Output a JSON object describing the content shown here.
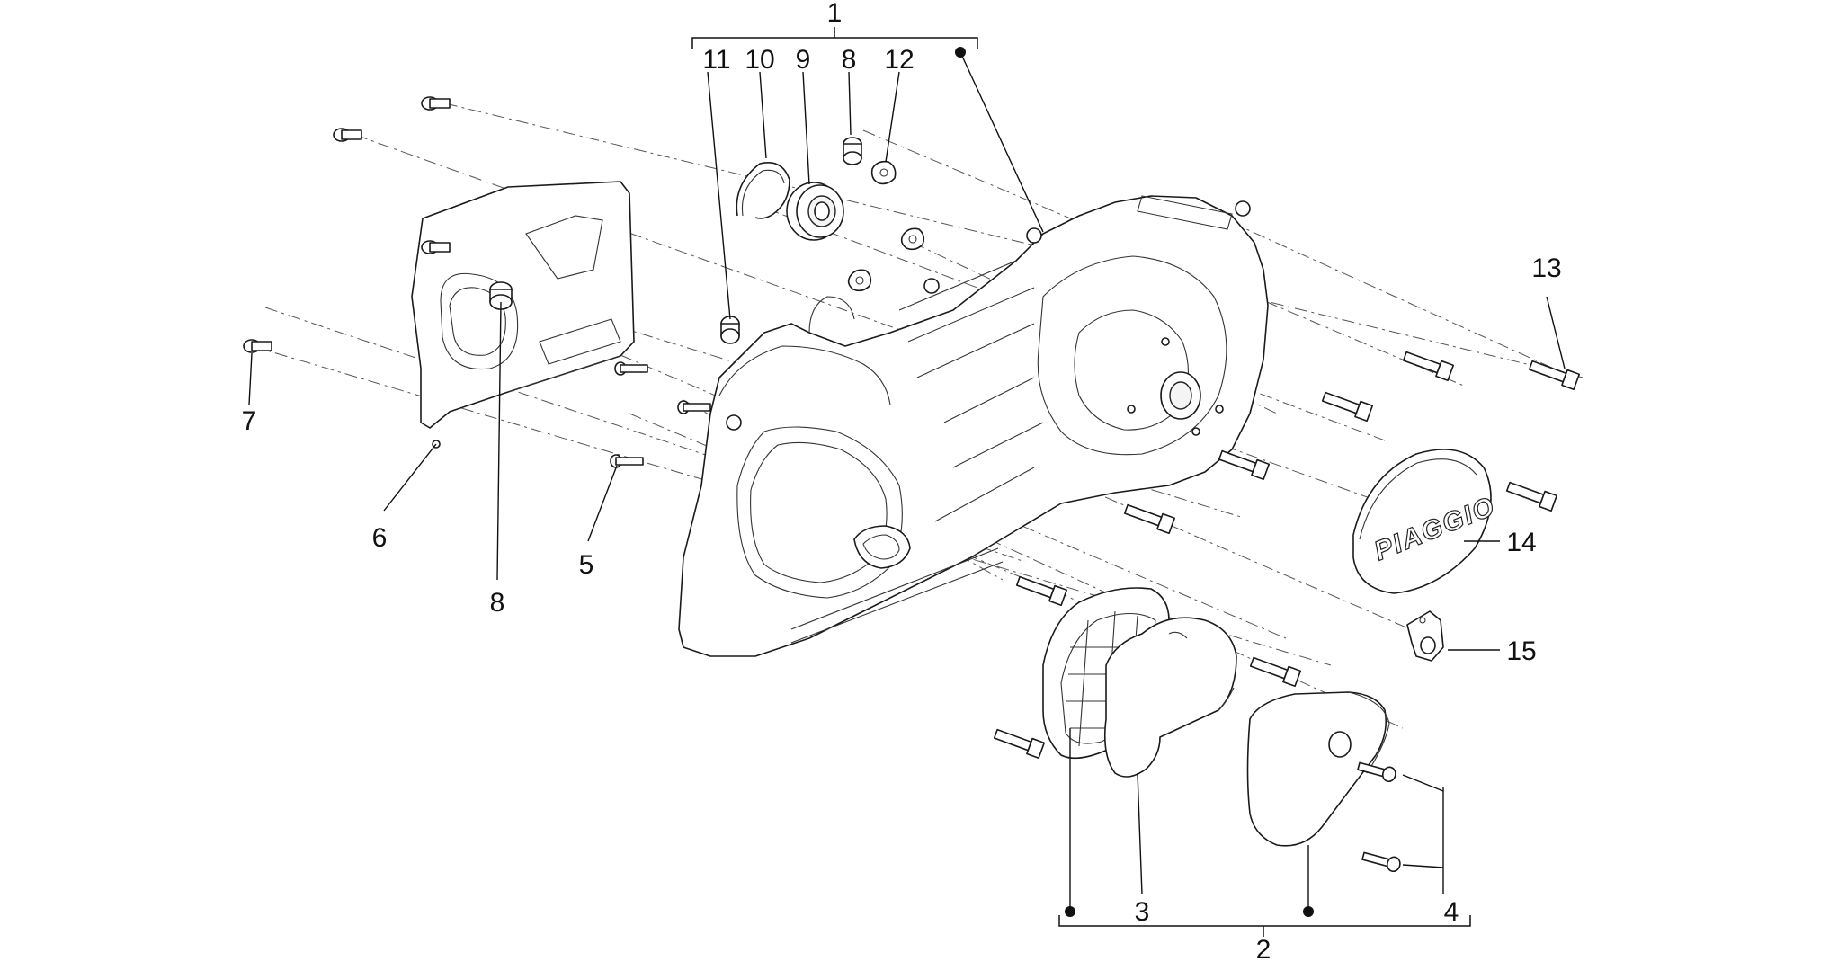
{
  "callouts": {
    "c1": "1",
    "c2": "2",
    "c3": "3",
    "c4": "4",
    "c5": "5",
    "c6": "6",
    "c7": "7",
    "c8_top": "8",
    "c8_low": "8",
    "c9": "9",
    "c10": "10",
    "c11": "11",
    "c12": "12",
    "c13": "13",
    "c14": "14",
    "c15": "15"
  },
  "logo_text": "PIAGGIO"
}
